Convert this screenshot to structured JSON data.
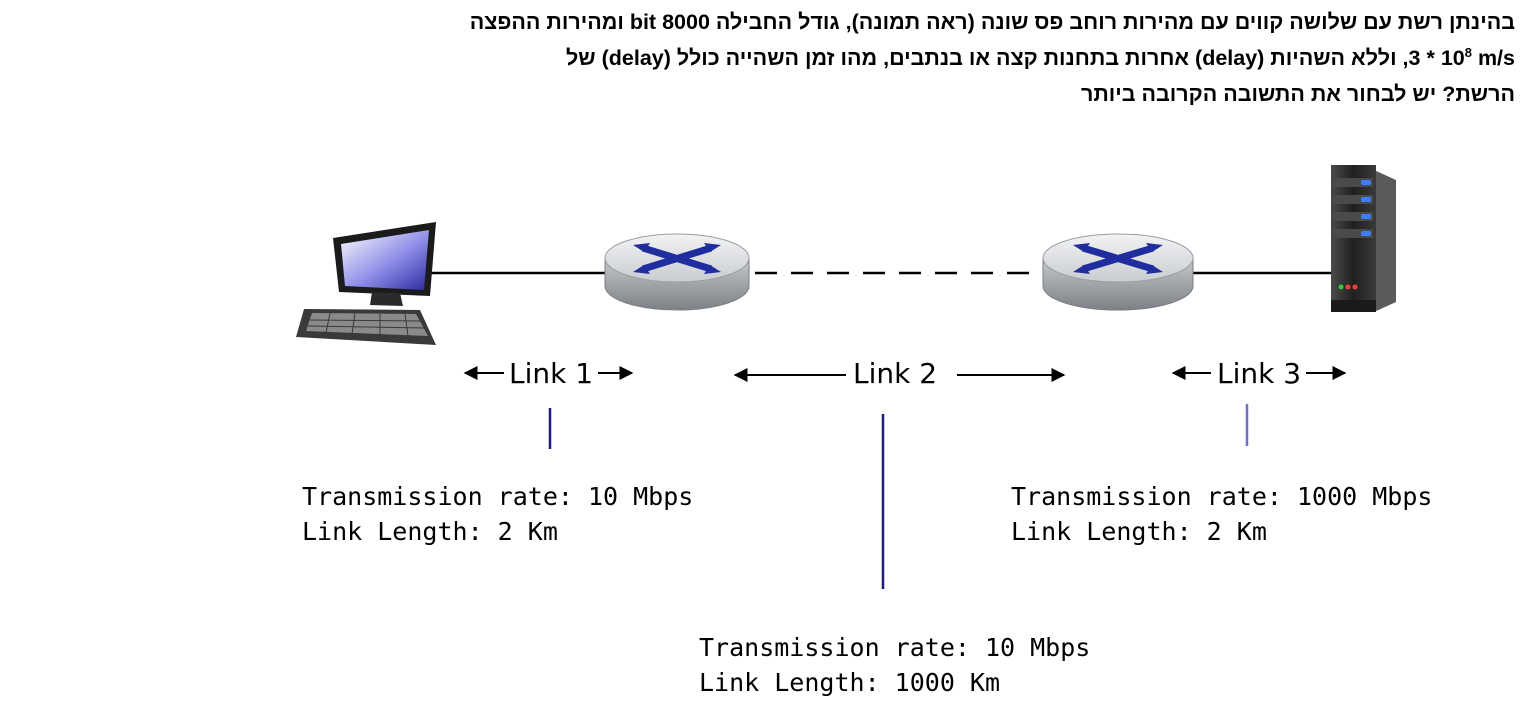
{
  "question": {
    "line1": "בהינתן רשת עם שלושה קווים עם מהירות רוחב פס שונה (ראה תמונה), גודל החבילה 8000 bit ומהירות ההפצה",
    "line2_prefix": "3 * 10",
    "line2_exponent": "8",
    "line2_unit": " m/s",
    "line2_rest": ", וללא השהיות (delay) אחרות בתחנות קצה או בנתבים, מהו זמן השהייה כולל (delay) של",
    "line3": "הרשת? יש לבחור את התשובה הקרובה ביותר"
  },
  "links": [
    {
      "label": "Link 1",
      "rate": "Transmission rate: 10 Mbps",
      "length": "Link Length: 2 Km"
    },
    {
      "label": "Link 2",
      "rate": "Transmission rate: 10 Mbps",
      "length": "Link Length: 1000 Km"
    },
    {
      "label": "Link 3",
      "rate": "Transmission rate: 1000 Mbps",
      "length": "Link Length: 2 Km"
    }
  ],
  "icons": {
    "host": "laptop-icon",
    "router_left": "router-icon",
    "router_right": "router-icon",
    "server": "server-icon"
  },
  "colors": {
    "marker": "#1a1a7a",
    "router_cross": "#1f2d9e"
  }
}
